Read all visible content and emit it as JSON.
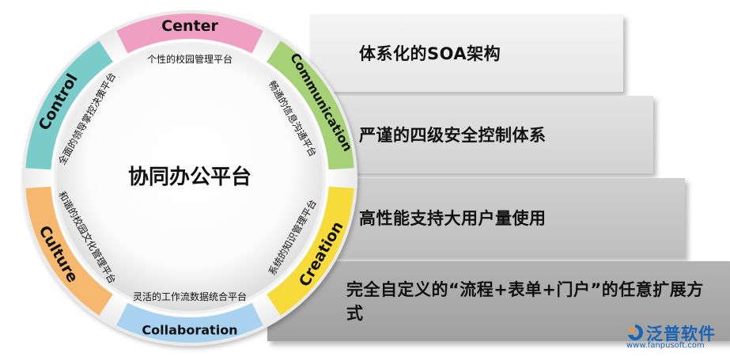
{
  "wheel": {
    "center_title": "协同办公平台",
    "segments": [
      {
        "label": "Center",
        "sub": "个性的校园管理平台",
        "color": "#ef9fc1"
      },
      {
        "label": "Communication",
        "sub": "畅通的信息沟通平台",
        "color": "#a7d176"
      },
      {
        "label": "Creation",
        "sub": "系统的知识管理平台",
        "color": "#f7db3a"
      },
      {
        "label": "Collaboration",
        "sub": "灵活的工作流数据统合平台",
        "color": "#a8d2ef"
      },
      {
        "label": "Culture",
        "sub": "和谐的校园文化管理平台",
        "color": "#f6b86f"
      },
      {
        "label": "Control",
        "sub": "全面的领导掌控决策平台",
        "color": "#79ccc9"
      }
    ]
  },
  "features": [
    {
      "text": "体系化的SOA架构"
    },
    {
      "text": "严谨的四级安全控制体系"
    },
    {
      "text": "高性能支持大用户量使用"
    },
    {
      "text": "完全自定义的“流程+表单+门户”的任意扩展方式"
    }
  ],
  "logo": {
    "name": "泛普软件",
    "url": "www.fanpusoft.com"
  }
}
